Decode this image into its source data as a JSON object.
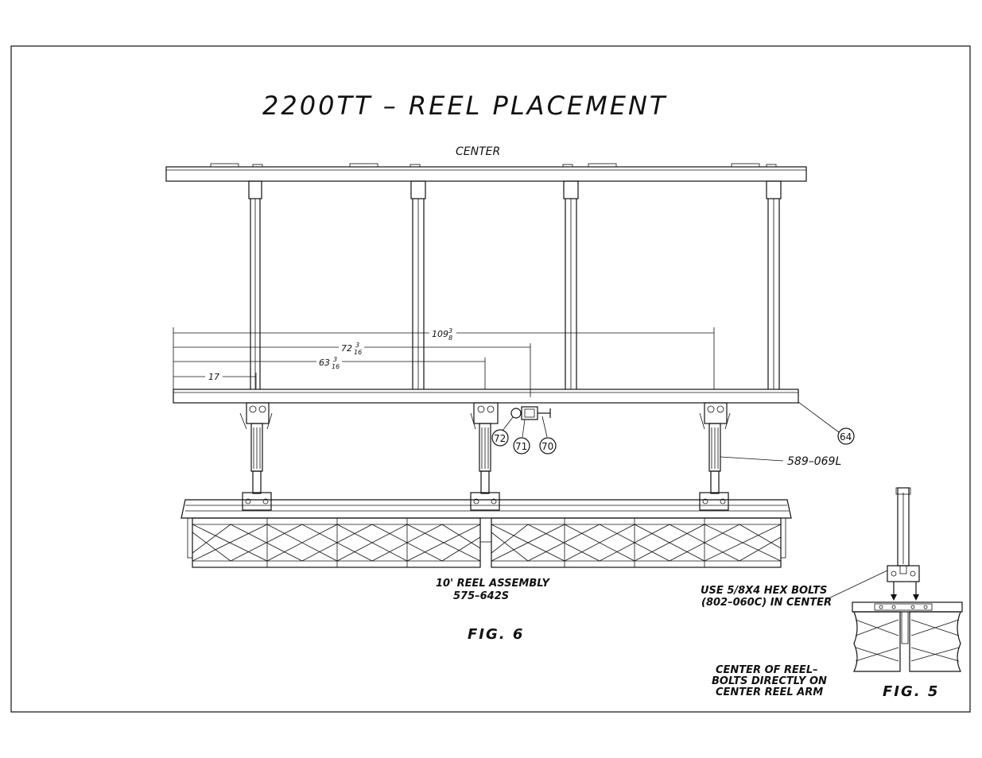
{
  "title": "2200TT  –  REEL PLACEMENT",
  "center_label": "CENTER",
  "dimensions": {
    "d1": "109",
    "d1_frac_num": "3",
    "d1_frac_den": "8",
    "d2": "72",
    "d2_frac_num": "3",
    "d2_frac_den": "16",
    "d3": "63",
    "d3_frac_num": "3",
    "d3_frac_den": "16",
    "d4": "17"
  },
  "balloons": {
    "b64": "64",
    "b70": "70",
    "b71": "71",
    "b72": "72"
  },
  "part_label": "589–069L",
  "reel_assembly": {
    "line1": "10' REEL ASSEMBLY",
    "line2": "575–642S"
  },
  "fig6": "FIG.  6",
  "fig5": "FIG.  5",
  "note_bolts": {
    "line1": "USE 5/8X4 HEX BOLTS",
    "line2": "(802–060C) IN CENTER"
  },
  "note_center": {
    "line1": "CENTER OF REEL–",
    "line2": "BOLTS DIRECTLY ON",
    "line3": "CENTER REEL ARM"
  }
}
